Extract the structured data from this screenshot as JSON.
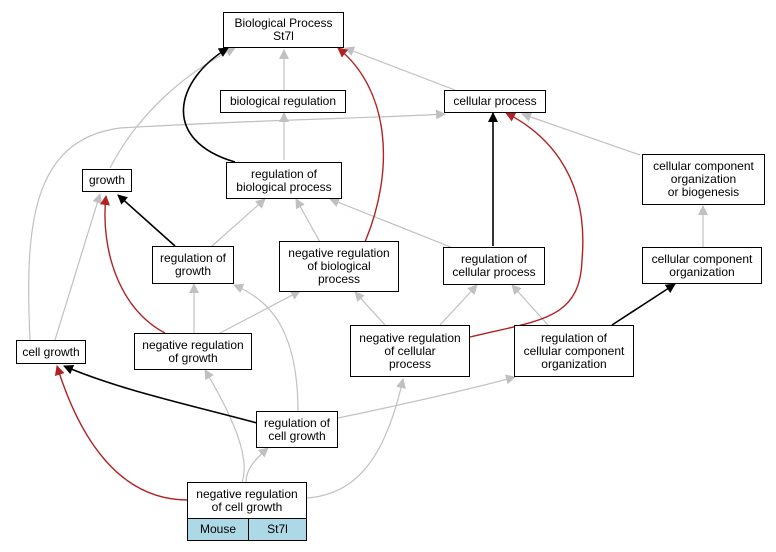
{
  "colors": {
    "regulates": "#000000",
    "negatively_regulates": "#b22222",
    "is_a": "#c0c0c0",
    "annotation": "#add8e6"
  },
  "nodes": {
    "root": [
      "Biological Process",
      "St7l"
    ],
    "bio_reg": [
      "biological regulation"
    ],
    "cell_proc": [
      "cellular process"
    ],
    "growth": [
      "growth"
    ],
    "reg_bio": [
      "regulation of",
      "biological process"
    ],
    "ccob": [
      "cellular component",
      "organization",
      "or biogenesis"
    ],
    "reg_growth": [
      "regulation of",
      "growth"
    ],
    "neg_reg_bio": [
      "negative regulation",
      "of biological",
      "process"
    ],
    "reg_cell_proc": [
      "regulation of",
      "cellular process"
    ],
    "cco": [
      "cellular component",
      "organization"
    ],
    "cell_growth": [
      "cell growth"
    ],
    "neg_reg_growth": [
      "negative regulation",
      "of growth"
    ],
    "neg_reg_cell_proc": [
      "negative regulation",
      "of cellular",
      "process"
    ],
    "reg_cco": [
      "regulation of",
      "cellular component",
      "organization"
    ],
    "reg_cell_growth": [
      "regulation of",
      "cell growth"
    ],
    "neg_reg_cell_growth": [
      "negative regulation",
      "of cell growth"
    ]
  },
  "annotation": {
    "species": "Mouse",
    "gene": "St7l"
  }
}
